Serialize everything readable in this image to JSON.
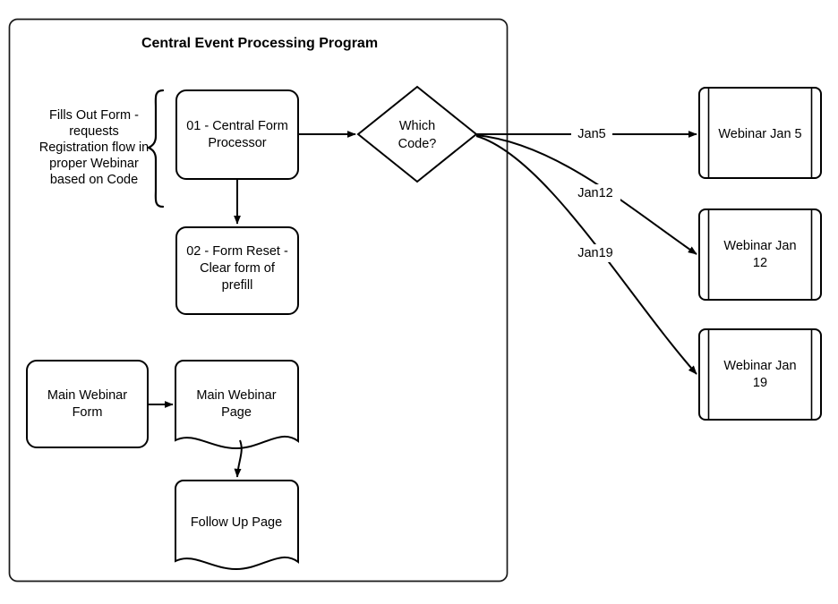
{
  "diagram": {
    "type": "flowchart",
    "background_color": "#ffffff",
    "stroke_color": "#000000",
    "container": {
      "title": "Central Event Processing Program"
    },
    "annotation": {
      "lines": [
        "Fills Out Form -",
        "requests",
        "Registration flow in",
        "proper Webinar",
        "based on Code"
      ]
    },
    "nodes": {
      "central_form_processor": {
        "shape": "rounded-rectangle",
        "lines": [
          "01 - Central Form",
          "Processor"
        ]
      },
      "form_reset": {
        "shape": "rounded-rectangle",
        "lines": [
          "02 - Form Reset -",
          "Clear form of",
          "prefill"
        ]
      },
      "which_code": {
        "shape": "diamond",
        "lines": [
          "Which",
          "Code?"
        ]
      },
      "main_webinar_form": {
        "shape": "rounded-rectangle",
        "lines": [
          "Main Webinar",
          "Form"
        ]
      },
      "main_webinar_page": {
        "shape": "document",
        "lines": [
          "Main Webinar",
          "Page"
        ]
      },
      "follow_up_page": {
        "shape": "document",
        "lines": [
          "Follow Up Page"
        ]
      },
      "webinar_jan5": {
        "shape": "predefined-process",
        "lines": [
          "Webinar Jan 5"
        ]
      },
      "webinar_jan12": {
        "shape": "predefined-process",
        "lines": [
          "Webinar Jan",
          "12"
        ]
      },
      "webinar_jan19": {
        "shape": "predefined-process",
        "lines": [
          "Webinar Jan",
          "19"
        ]
      }
    },
    "edge_labels": {
      "jan5": "Jan5",
      "jan12": "Jan12",
      "jan19": "Jan19"
    }
  }
}
